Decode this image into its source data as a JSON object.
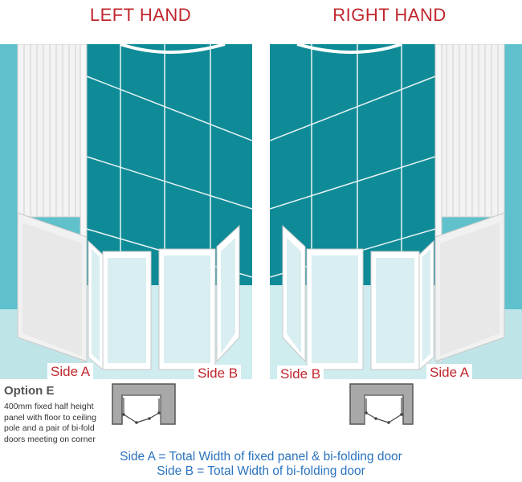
{
  "titles": {
    "left": "LEFT HAND",
    "right": "RIGHT HAND"
  },
  "labels": {
    "left_side_a": "Side A",
    "left_side_b": "Side B",
    "right_side_b": "Side B",
    "right_side_a": "Side A"
  },
  "option": {
    "title": "Option E",
    "description": "400mm fixed half height panel with floor to ceiling pole and a pair of bi-fold doors meeting on corner"
  },
  "footer": {
    "line1": "Side A = Total Width of fixed panel & bi-folding door",
    "line2": "Side B = Total Width of bi-folding door"
  },
  "colors": {
    "title_red": "#c0272d",
    "tile_teal": "#0f8b97",
    "tile_light": "#5fc1cc",
    "floor": "#bfe4e8",
    "footer_blue": "#2a73bf"
  }
}
